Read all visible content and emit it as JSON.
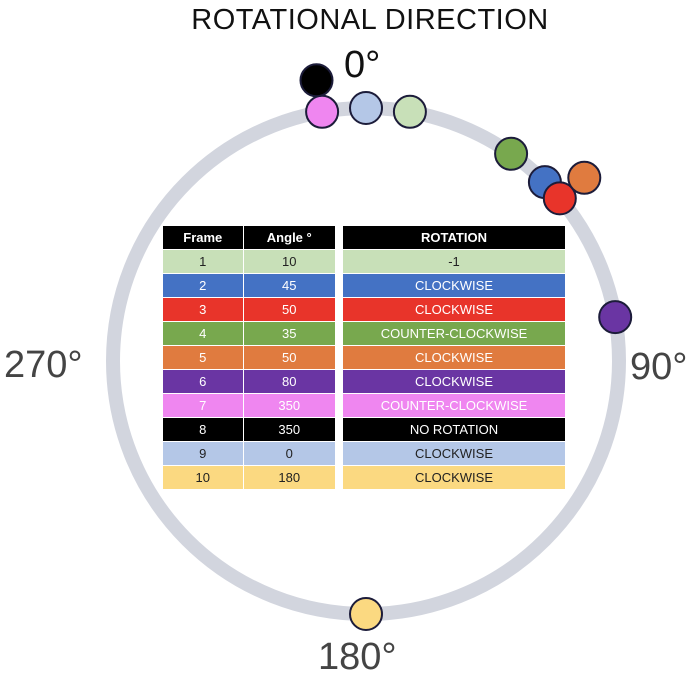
{
  "title": "ROTATIONAL DIRECTION",
  "degree_labels": {
    "top": "0°",
    "right": "90°",
    "bottom": "180°",
    "left": "270°"
  },
  "ring_color": "#d2d5de",
  "markers": [
    {
      "frame": 1,
      "angle": 10,
      "color": "#c8e0b8"
    },
    {
      "frame": 2,
      "angle": 45,
      "color": "#4472c4"
    },
    {
      "frame": 3,
      "angle": 50,
      "color": "#e8342a"
    },
    {
      "frame": 4,
      "angle": 35,
      "color": "#78a84e"
    },
    {
      "frame": 5,
      "angle": 50,
      "color": "#e07b3f",
      "offset": "outside"
    },
    {
      "frame": 6,
      "angle": 80,
      "color": "#6a35a3"
    },
    {
      "frame": 7,
      "angle": 350,
      "color": "#ef86f0"
    },
    {
      "frame": 8,
      "angle": 350,
      "color": "#000000",
      "offset": "outside"
    },
    {
      "frame": 9,
      "angle": 0,
      "color": "#b4c7e7"
    },
    {
      "frame": 10,
      "angle": 180,
      "color": "#fbd981"
    }
  ],
  "frame_table": {
    "headers": [
      "Frame",
      "Angle °"
    ],
    "rows": [
      {
        "frame": "1",
        "angle": "10",
        "color": "#c8e0b8",
        "dark": false
      },
      {
        "frame": "2",
        "angle": "45",
        "color": "#4472c4",
        "dark": true
      },
      {
        "frame": "3",
        "angle": "50",
        "color": "#e8342a",
        "dark": true
      },
      {
        "frame": "4",
        "angle": "35",
        "color": "#78a84e",
        "dark": true
      },
      {
        "frame": "5",
        "angle": "50",
        "color": "#e07b3f",
        "dark": true
      },
      {
        "frame": "6",
        "angle": "80",
        "color": "#6a35a3",
        "dark": true
      },
      {
        "frame": "7",
        "angle": "350",
        "color": "#ef86f0",
        "dark": true
      },
      {
        "frame": "8",
        "angle": "350",
        "color": "#000000",
        "dark": true
      },
      {
        "frame": "9",
        "angle": "0",
        "color": "#b4c7e7",
        "dark": false
      },
      {
        "frame": "10",
        "angle": "180",
        "color": "#fbd981",
        "dark": false
      }
    ]
  },
  "rotation_table": {
    "header": "ROTATION",
    "rows": [
      {
        "label": "-1",
        "color": "#c8e0b8",
        "dark": false
      },
      {
        "label": "CLOCKWISE",
        "color": "#4472c4",
        "dark": true
      },
      {
        "label": "CLOCKWISE",
        "color": "#e8342a",
        "dark": true
      },
      {
        "label": "COUNTER-CLOCKWISE",
        "color": "#78a84e",
        "dark": true
      },
      {
        "label": "CLOCKWISE",
        "color": "#e07b3f",
        "dark": true
      },
      {
        "label": "CLOCKWISE",
        "color": "#6a35a3",
        "dark": true
      },
      {
        "label": "COUNTER-CLOCKWISE",
        "color": "#ef86f0",
        "dark": true
      },
      {
        "label": "NO ROTATION",
        "color": "#000000",
        "dark": true
      },
      {
        "label": "CLOCKWISE",
        "color": "#b4c7e7",
        "dark": false
      },
      {
        "label": "CLOCKWISE",
        "color": "#fbd981",
        "dark": false
      }
    ]
  }
}
